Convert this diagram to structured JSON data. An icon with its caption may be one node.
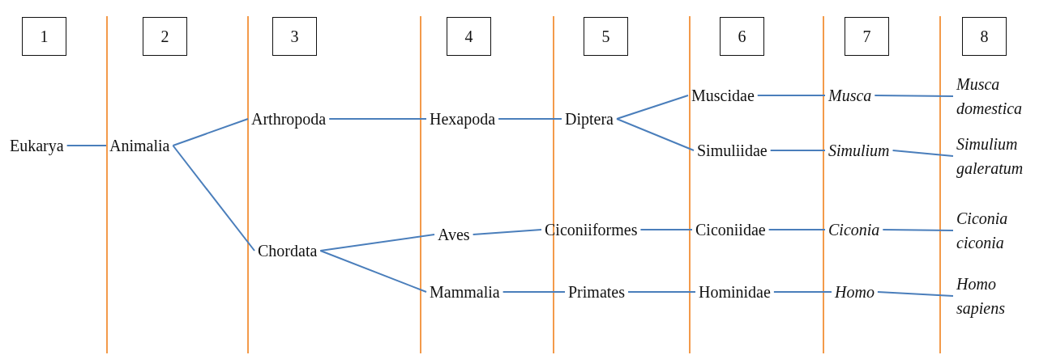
{
  "diagram": {
    "nodes": [
      {
        "text": [
          "1"
        ]
      },
      {
        "text": [
          "2"
        ]
      },
      {
        "text": [
          "3"
        ]
      },
      {
        "text": [
          "4"
        ]
      },
      {
        "text": [
          "5"
        ]
      },
      {
        "text": [
          "6"
        ]
      },
      {
        "text": [
          "7"
        ]
      },
      {
        "text": [
          "8"
        ]
      },
      {
        "text": [
          "Eukarya"
        ]
      },
      {
        "text": [
          "Animalia"
        ]
      },
      {
        "text": [
          "Arthropoda"
        ]
      },
      {
        "text": [
          "Chordata"
        ]
      },
      {
        "text": [
          "Hexapoda"
        ]
      },
      {
        "text": [
          "Aves"
        ]
      },
      {
        "text": [
          "Mammalia"
        ]
      },
      {
        "text": [
          "Diptera"
        ]
      },
      {
        "text": [
          "Ciconiiformes"
        ]
      },
      {
        "text": [
          "Primates"
        ]
      },
      {
        "text": [
          "Muscidae"
        ]
      },
      {
        "text": [
          "Simuliidae"
        ]
      },
      {
        "text": [
          "Ciconiidae"
        ]
      },
      {
        "text": [
          "Hominidae"
        ]
      },
      {
        "text": [
          "Musca"
        ]
      },
      {
        "text": [
          "Simulium"
        ]
      },
      {
        "text": [
          "Ciconia"
        ]
      },
      {
        "text": [
          "Homo"
        ]
      },
      {
        "text": [
          "Musca domestica"
        ]
      },
      {
        "text": [
          "Simulium galeratum"
        ]
      },
      {
        "text": [
          "Ciconia ciconia"
        ]
      },
      {
        "text": [
          "Homo sapiens"
        ]
      }
    ],
    "edges": [
      {
        "from": 8,
        "to": 9,
        "arrow": "none"
      },
      {
        "from": 9,
        "to": 10,
        "arrow": "none"
      },
      {
        "from": 9,
        "to": 11,
        "arrow": "none"
      },
      {
        "from": 10,
        "to": 12,
        "arrow": "none"
      },
      {
        "from": 12,
        "to": 15,
        "arrow": "none"
      },
      {
        "from": 15,
        "to": 18,
        "arrow": "none"
      },
      {
        "from": 15,
        "to": 19,
        "arrow": "none"
      },
      {
        "from": 18,
        "to": 22,
        "arrow": "none"
      },
      {
        "from": 19,
        "to": 23,
        "arrow": "none"
      },
      {
        "from": 22,
        "to": 26,
        "arrow": "none"
      },
      {
        "from": 23,
        "to": 27,
        "arrow": "none"
      },
      {
        "from": 11,
        "to": 13,
        "arrow": "none"
      },
      {
        "from": 11,
        "to": 14,
        "arrow": "none"
      },
      {
        "from": 13,
        "to": 16,
        "arrow": "none"
      },
      {
        "from": 16,
        "to": 20,
        "arrow": "none"
      },
      {
        "from": 20,
        "to": 24,
        "arrow": "none"
      },
      {
        "from": 24,
        "to": 28,
        "arrow": "none"
      },
      {
        "from": 14,
        "to": 17,
        "arrow": "none"
      },
      {
        "from": 17,
        "to": 21,
        "arrow": "none"
      },
      {
        "from": 21,
        "to": 25,
        "arrow": "none"
      },
      {
        "from": 25,
        "to": 29,
        "arrow": "none"
      }
    ]
  }
}
